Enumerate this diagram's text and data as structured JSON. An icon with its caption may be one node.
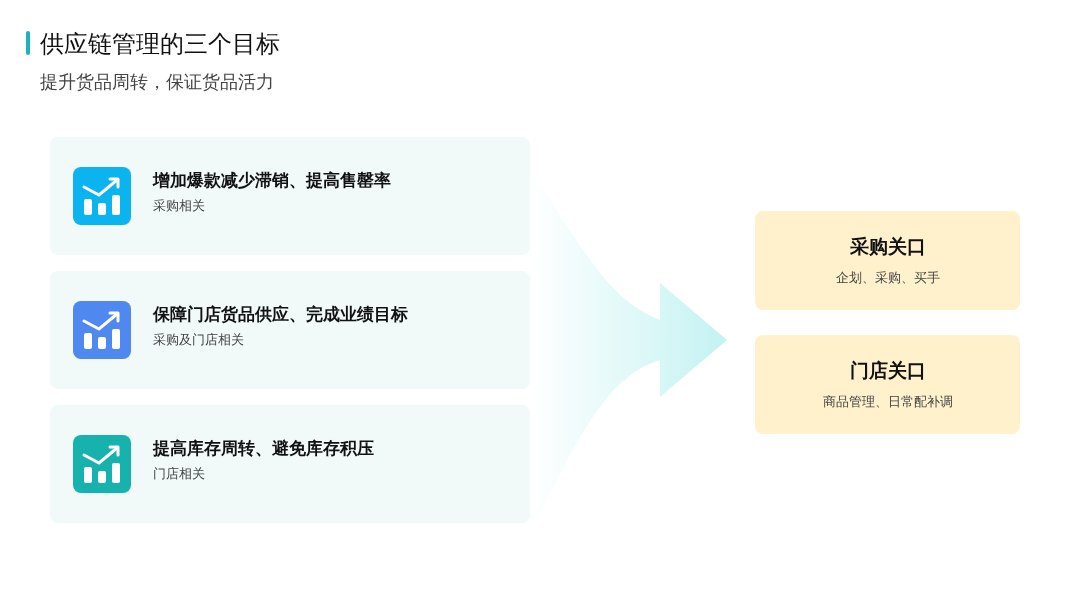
{
  "diagram": {
    "title": "供应链管理的三个目标",
    "nodes": [
      {
        "text": [
          "增加爆款减少滞销、提高售罄率",
          "采购相关"
        ]
      },
      {
        "text": [
          "保障门店货品供应、完成业绩目标",
          "采购及门店相关"
        ]
      },
      {
        "text": [
          "提高库存周转、避免库存积压",
          "门店相关"
        ]
      },
      {
        "text": [
          "采购关口",
          "企划、采购、买手"
        ]
      },
      {
        "text": [
          "门店关口",
          "商品管理、日常配补调"
        ]
      }
    ],
    "labels": [
      "提升货品周转，保证货品活力"
    ]
  }
}
